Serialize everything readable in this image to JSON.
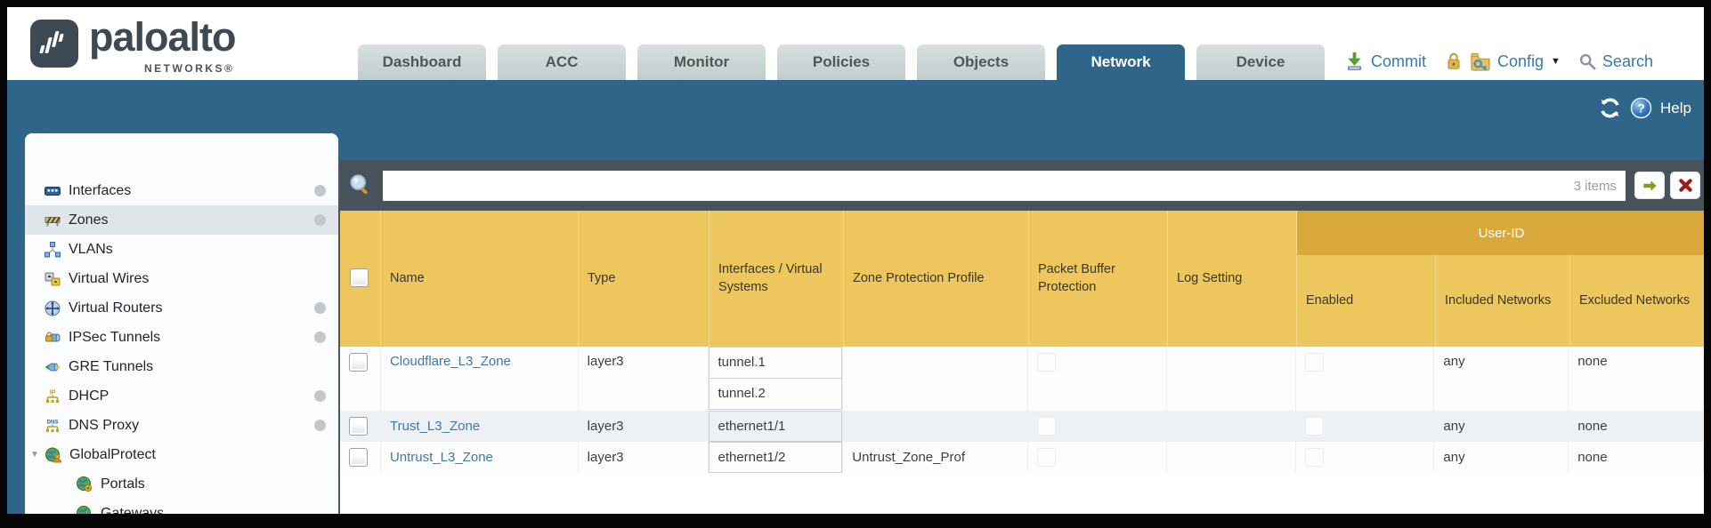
{
  "brand": {
    "name": "paloalto",
    "sub": "NETWORKS®"
  },
  "nav": {
    "tabs": [
      {
        "label": "Dashboard"
      },
      {
        "label": "ACC"
      },
      {
        "label": "Monitor"
      },
      {
        "label": "Policies"
      },
      {
        "label": "Objects"
      },
      {
        "label": "Network",
        "active": true
      },
      {
        "label": "Device"
      }
    ],
    "commit_label": "Commit",
    "config_label": "Config",
    "search_label": "Search"
  },
  "toolbar": {
    "help_label": "Help"
  },
  "sidebar": {
    "items": [
      {
        "label": "Interfaces",
        "has_dot": true
      },
      {
        "label": "Zones",
        "has_dot": true,
        "selected": true
      },
      {
        "label": "VLANs"
      },
      {
        "label": "Virtual Wires"
      },
      {
        "label": "Virtual Routers",
        "has_dot": true
      },
      {
        "label": "IPSec Tunnels",
        "has_dot": true
      },
      {
        "label": "GRE Tunnels"
      },
      {
        "label": "DHCP",
        "has_dot": true
      },
      {
        "label": "DNS Proxy",
        "has_dot": true
      },
      {
        "label": "GlobalProtect",
        "expanded": true
      },
      {
        "label": "Portals",
        "child": true
      },
      {
        "label": "Gateways",
        "child": true
      }
    ]
  },
  "filter": {
    "value": "",
    "count": "3 items"
  },
  "table": {
    "group_header": "User-ID",
    "columns": [
      "Name",
      "Type",
      "Interfaces / Virtual Systems",
      "Zone Protection Profile",
      "Packet Buffer Protection",
      "Log Setting",
      "Enabled",
      "Included Networks",
      "Excluded Networks"
    ],
    "rows": [
      {
        "name": "Cloudflare_L3_Zone",
        "type": "layer3",
        "interfaces": [
          "tunnel.1",
          "tunnel.2"
        ],
        "zone_protection_profile": "",
        "packet_buffer_protection": false,
        "log_setting": "",
        "user_id_enabled": false,
        "included_networks": "any",
        "excluded_networks": "none"
      },
      {
        "name": "Trust_L3_Zone",
        "type": "layer3",
        "interfaces": [
          "ethernet1/1"
        ],
        "zone_protection_profile": "",
        "packet_buffer_protection": false,
        "log_setting": "",
        "user_id_enabled": false,
        "included_networks": "any",
        "excluded_networks": "none"
      },
      {
        "name": "Untrust_L3_Zone",
        "type": "layer3",
        "interfaces": [
          "ethernet1/2"
        ],
        "zone_protection_profile": "Untrust_Zone_Prof",
        "packet_buffer_protection": false,
        "log_setting": "",
        "user_id_enabled": false,
        "included_networks": "any",
        "excluded_networks": "none"
      }
    ]
  },
  "colors": {
    "teal": "#2f6588",
    "slate": "#47525b",
    "gold": "#edc75e",
    "gold_dark": "#d9a83b",
    "link_blue": "#3d7aa3",
    "action_blue": "#3779ae",
    "tab_inactive": "#c9d3d3"
  }
}
